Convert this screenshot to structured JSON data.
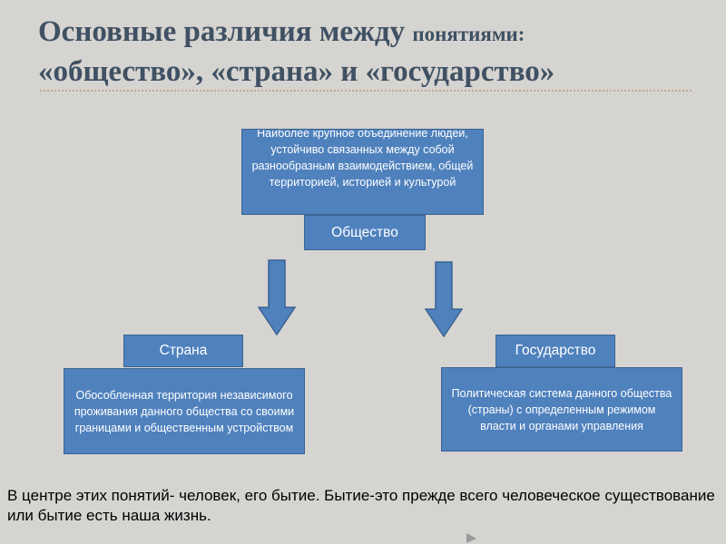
{
  "title": {
    "line1_main": "Основные различия между ",
    "line1_small": "понятиями:",
    "line2": "«общество», «страна» и «государство»"
  },
  "society": {
    "label": "Общество",
    "description": "Наиболее крупное объединение людей, устойчиво связанных между собой разнообразным взаимодействием, общей территорией, историей и культурой"
  },
  "country": {
    "label": "Страна",
    "description": "Обособленная территория независимого проживания данного общества со своими границами и общественным устройством"
  },
  "state": {
    "label": "Государство",
    "description": "Политическая система данного общества (страны) с определенным режимом власти и органами управления"
  },
  "footer": "В центре этих понятий- человек, его бытие. Бытие-это прежде всего человеческое существование или бытие есть наша жизнь.",
  "colors": {
    "background": "#d6d4d1",
    "title": "#3f5163",
    "box_fill": "#4f81bd",
    "box_border": "#3b6392",
    "arrow_fill": "#4f81bd",
    "rule": "#c8a78f"
  }
}
